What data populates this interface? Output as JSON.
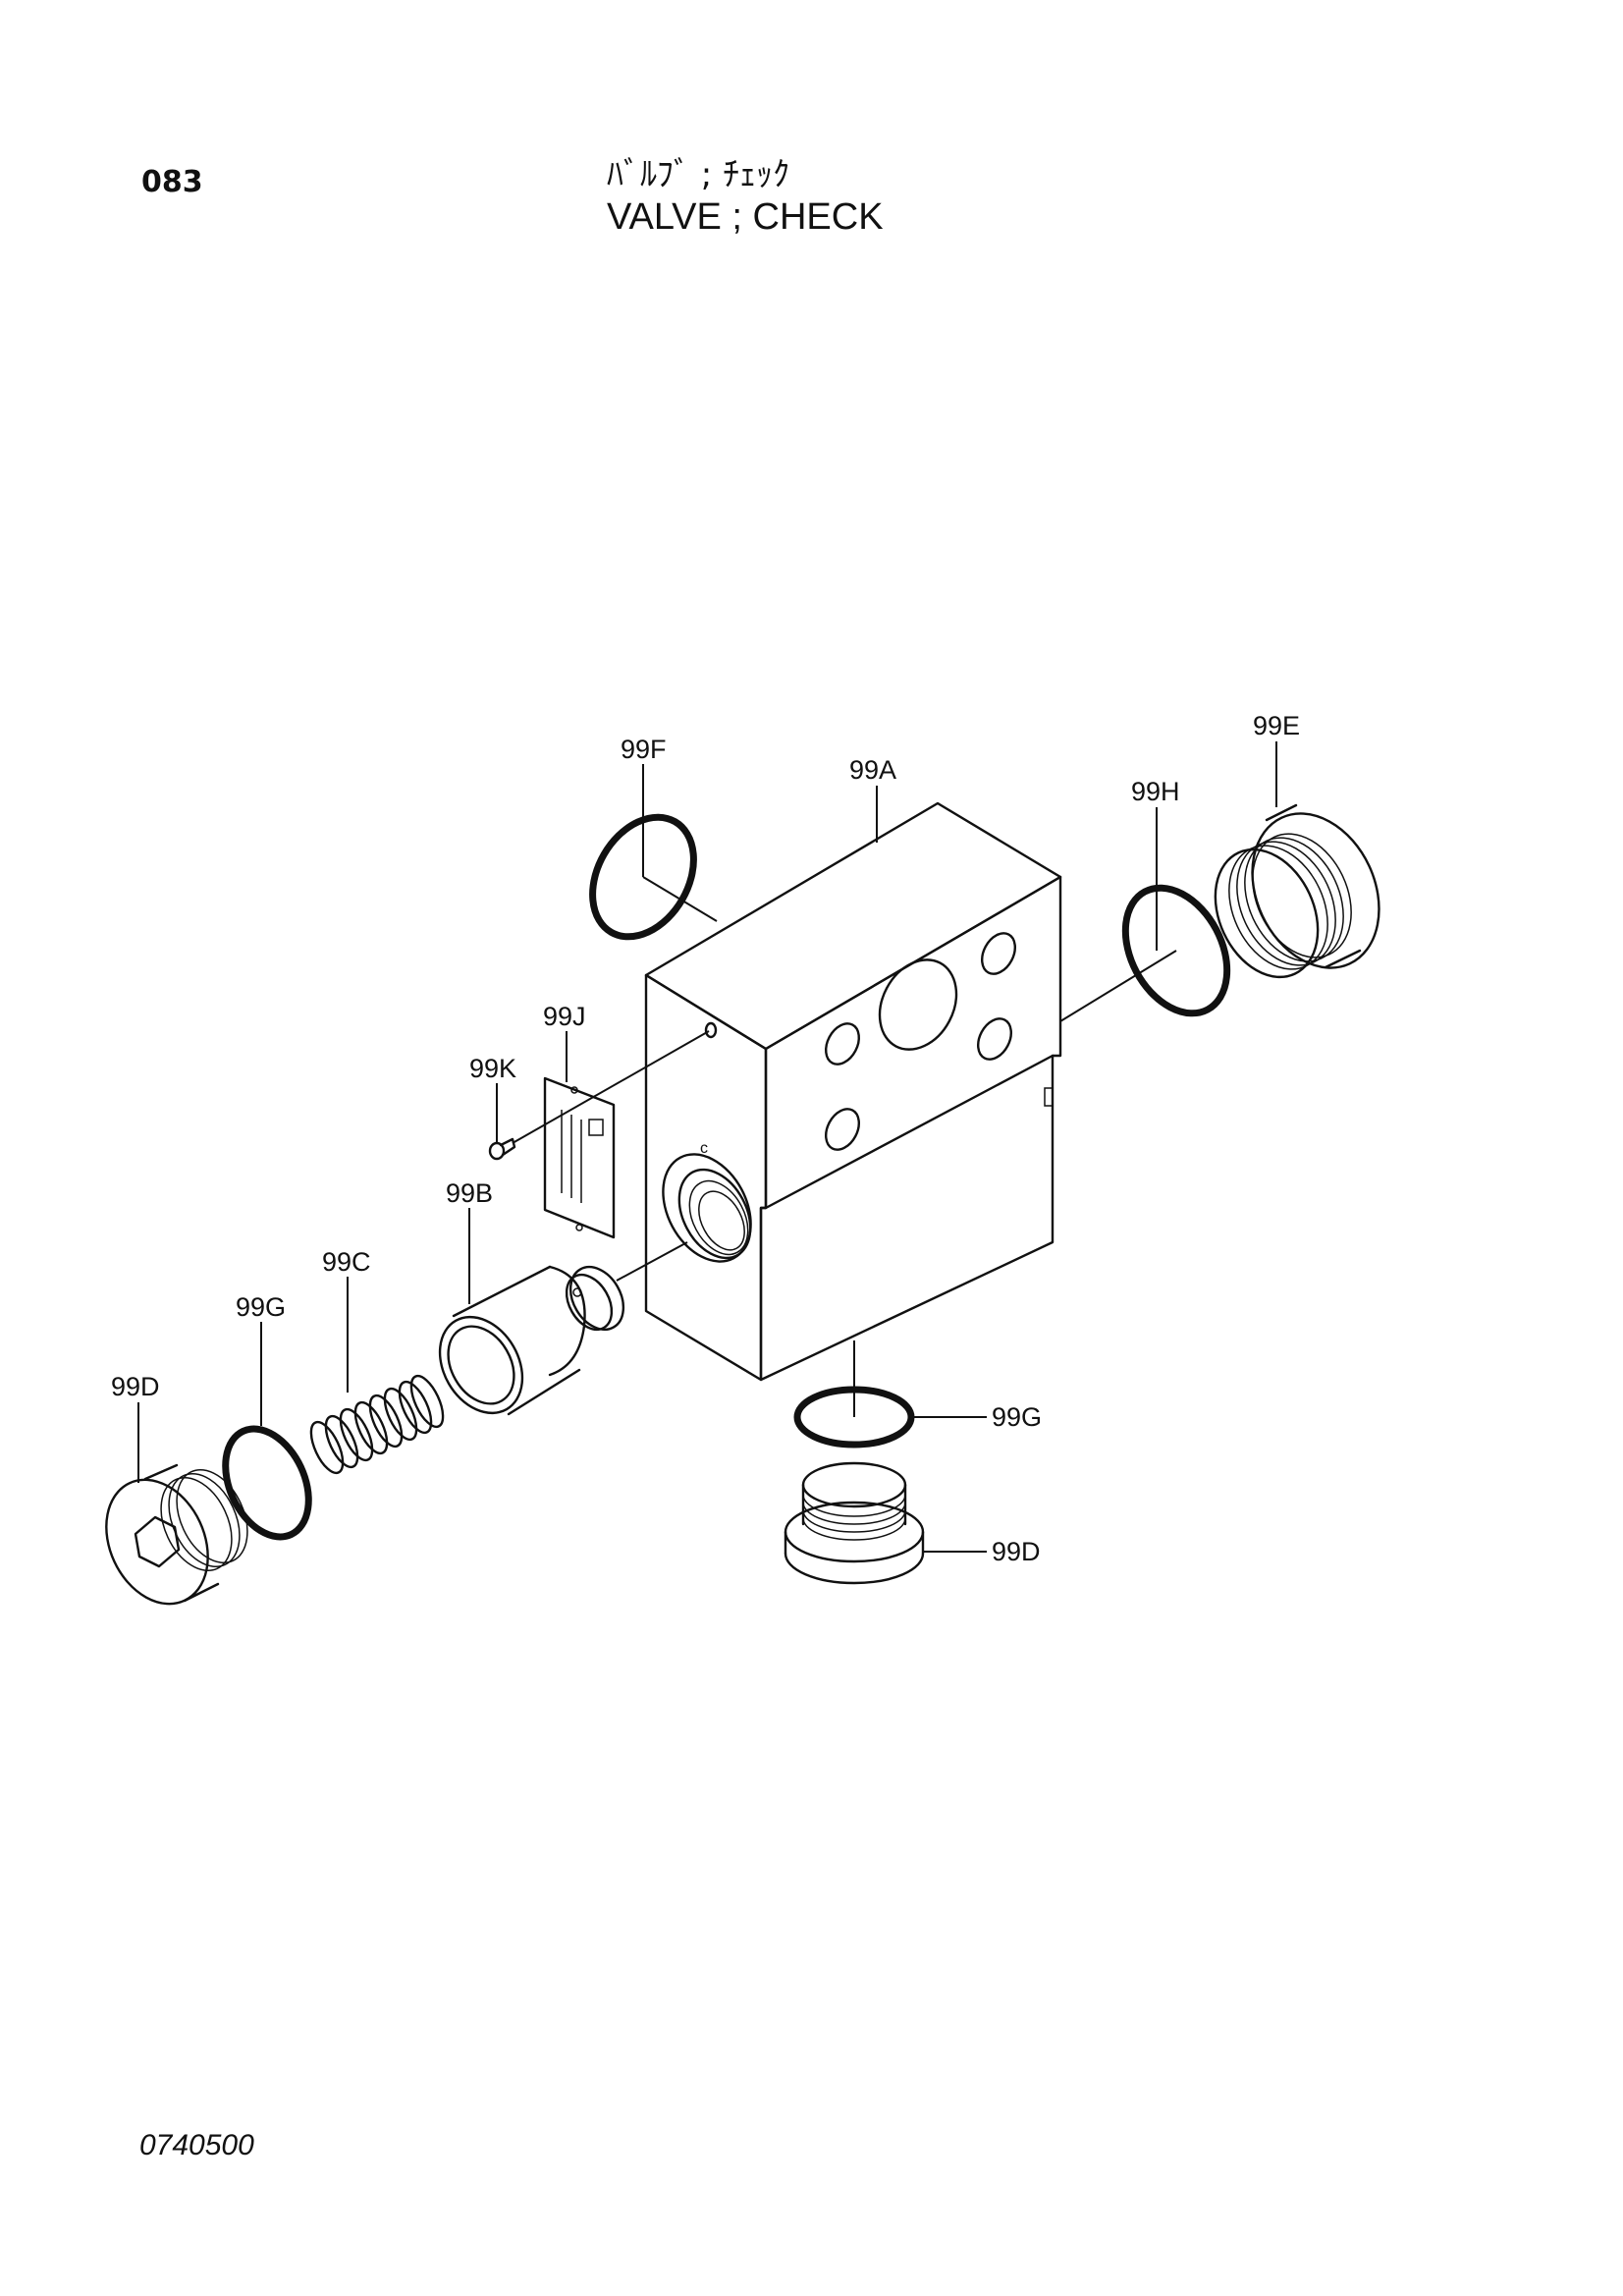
{
  "header": {
    "page_code": "083",
    "title_jp": "ﾊﾞﾙﾌﾞ ; ﾁｪｯｸ",
    "title_en": "VALVE ; CHECK"
  },
  "footer": {
    "doc_code": "0740500"
  },
  "callouts": {
    "body": "99A",
    "poppet": "99B",
    "spring": "99C",
    "plug_left": "99D",
    "plug_bottom": "99D",
    "plug_right": "99E",
    "oring_top": "99F",
    "oring_left": "99G",
    "oring_bottom": "99G",
    "oring_right": "99H",
    "nameplate": "99J",
    "rivet": "99K"
  }
}
